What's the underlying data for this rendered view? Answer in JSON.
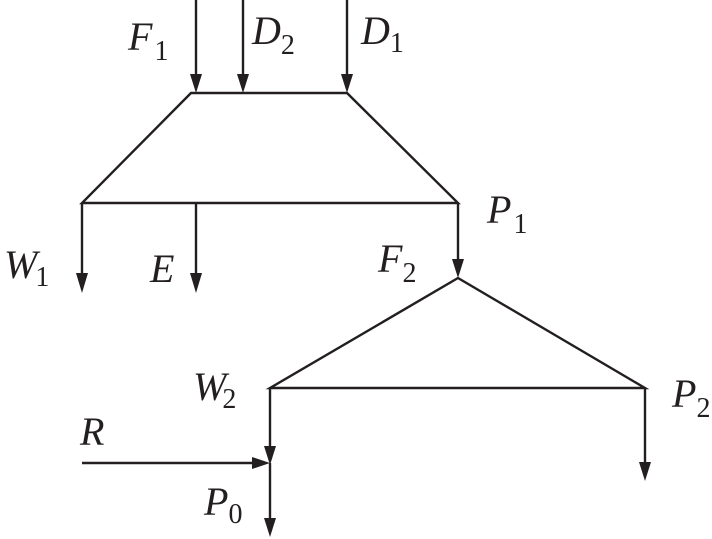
{
  "diagram": {
    "type": "process-flow",
    "colors": {
      "stroke": "#231f20",
      "background": "#ffffff"
    },
    "units": [
      {
        "id": "unit-1",
        "shape": "trapezoid"
      },
      {
        "id": "unit-2",
        "shape": "triangle"
      }
    ],
    "streams": [
      {
        "id": "F1",
        "letter": "F",
        "sub": "1",
        "from": "external",
        "to": "unit-1",
        "direction": "down"
      },
      {
        "id": "D2",
        "letter": "D",
        "sub": "2",
        "from": "external",
        "to": "unit-1",
        "direction": "down"
      },
      {
        "id": "D1",
        "letter": "D",
        "sub": "1",
        "from": "external",
        "to": "unit-1",
        "direction": "down"
      },
      {
        "id": "W1",
        "letter": "W",
        "sub": "1",
        "from": "unit-1",
        "to": "external",
        "direction": "down"
      },
      {
        "id": "E",
        "letter": "E",
        "sub": "",
        "from": "unit-1",
        "to": "external",
        "direction": "down"
      },
      {
        "id": "P1",
        "letter": "P",
        "sub": "1",
        "from": "unit-1",
        "to": "F2",
        "direction": "down"
      },
      {
        "id": "F2",
        "letter": "F",
        "sub": "2",
        "from": "P1",
        "to": "unit-2",
        "direction": "down"
      },
      {
        "id": "W2",
        "letter": "W",
        "sub": "2",
        "from": "unit-2",
        "to": "junction",
        "direction": "down"
      },
      {
        "id": "P2",
        "letter": "P",
        "sub": "2",
        "from": "unit-2",
        "to": "external",
        "direction": "down"
      },
      {
        "id": "R",
        "letter": "R",
        "sub": "",
        "from": "external",
        "to": "junction",
        "direction": "right"
      },
      {
        "id": "P0",
        "letter": "P",
        "sub": "0",
        "from": "junction",
        "to": "external",
        "direction": "down"
      }
    ]
  }
}
